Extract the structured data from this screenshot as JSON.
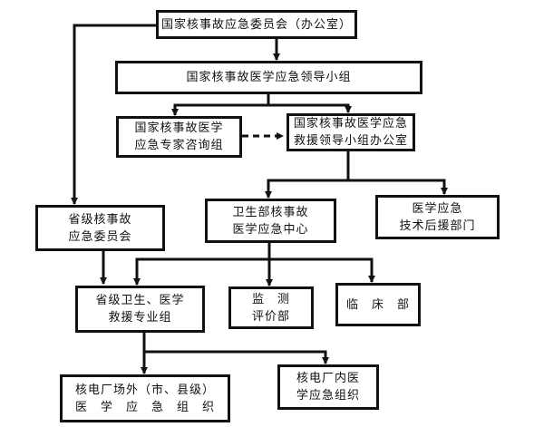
{
  "nodes": {
    "committee": {
      "line1": "国家核事故应急委员会（办公室）"
    },
    "medical_leading_group": {
      "line1": "国家核事故医学应急领导小组"
    },
    "expert_group": {
      "line1": "国家核事故医学",
      "line2": "应急专家咨询组"
    },
    "leading_group_office": {
      "line1": "国家核事故医学应急",
      "line2": "救援领导小组办公室"
    },
    "provincial_committee": {
      "line1": "省级核事故",
      "line2": "应急委员会"
    },
    "moh_center": {
      "line1": "卫生部核事故",
      "line2": "医学应急中心"
    },
    "tech_support": {
      "line1": "医学应急",
      "line2": "技术后援部门"
    },
    "provincial_health_team": {
      "line1": "省级卫生、医学",
      "line2": "救援专业组"
    },
    "monitoring_dept": {
      "line1": "监　测",
      "line2": "评价部"
    },
    "clinical_dept": {
      "line1": "临　床　部"
    },
    "offsite_org": {
      "line1": "核电厂场外（市、县级）",
      "line2": "医　学　应　急　组　织"
    },
    "onsite_org": {
      "line1": "核电厂内医",
      "line2": "学应急组织"
    }
  }
}
